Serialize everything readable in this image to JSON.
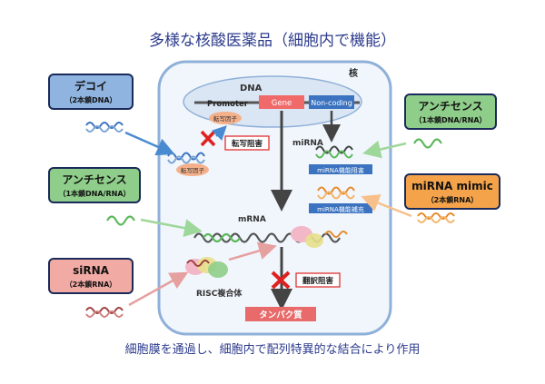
{
  "title": "多様な核酸医薬品（細胞内で機能）",
  "footer": "細胞膜を通過し、細胞内で配列特異的な結合により作用",
  "nucleus": {
    "label": "核",
    "dna_label": "DNA"
  },
  "dna_segments": {
    "promoter": "Promoter",
    "gene": "Gene",
    "noncoding": "Non-coding"
  },
  "tf_label": "転写因子",
  "tf_decoy_label": "転写因子",
  "mirna_label": "miRNA",
  "mrna_label": "mRNA",
  "risc_label": "RISC複合体",
  "protein_label": "タンパク質",
  "transcription_block": "転写阻害",
  "translation_block": "翻訳阻害",
  "mirna_inhibit_tag": "miRNA機能阻害",
  "mirna_supplement_tag": "miRNA機能補充",
  "boxes": {
    "decoy": {
      "title": "デコイ",
      "sub": "（2本鎖DNA）"
    },
    "antisense_left": {
      "title": "アンチセンス",
      "sub": "（1本鎖DNA/RNA）"
    },
    "sirna": {
      "title": "siRNA",
      "sub": "（2本鎖RNA）"
    },
    "antisense_right": {
      "title": "アンチセンス",
      "sub": "（1本鎖DNA/RNA）"
    },
    "mirna_mimic": {
      "title": "miRNA mimic",
      "sub": "（2本鎖RNA）"
    }
  },
  "colors": {
    "title_blue": "#2b3a8c",
    "decoy_fill": "#8fb4e0",
    "antisense_fill": "#8fce8a",
    "sirna_fill": "#f2aaa4",
    "mimic_fill": "#f5a34a",
    "gene_red": "#f06a6a",
    "noncoding_blue": "#3b73c0",
    "tag_blue": "#3b73c0",
    "block_red": "#e02020",
    "protein_red": "#e86a6a"
  }
}
